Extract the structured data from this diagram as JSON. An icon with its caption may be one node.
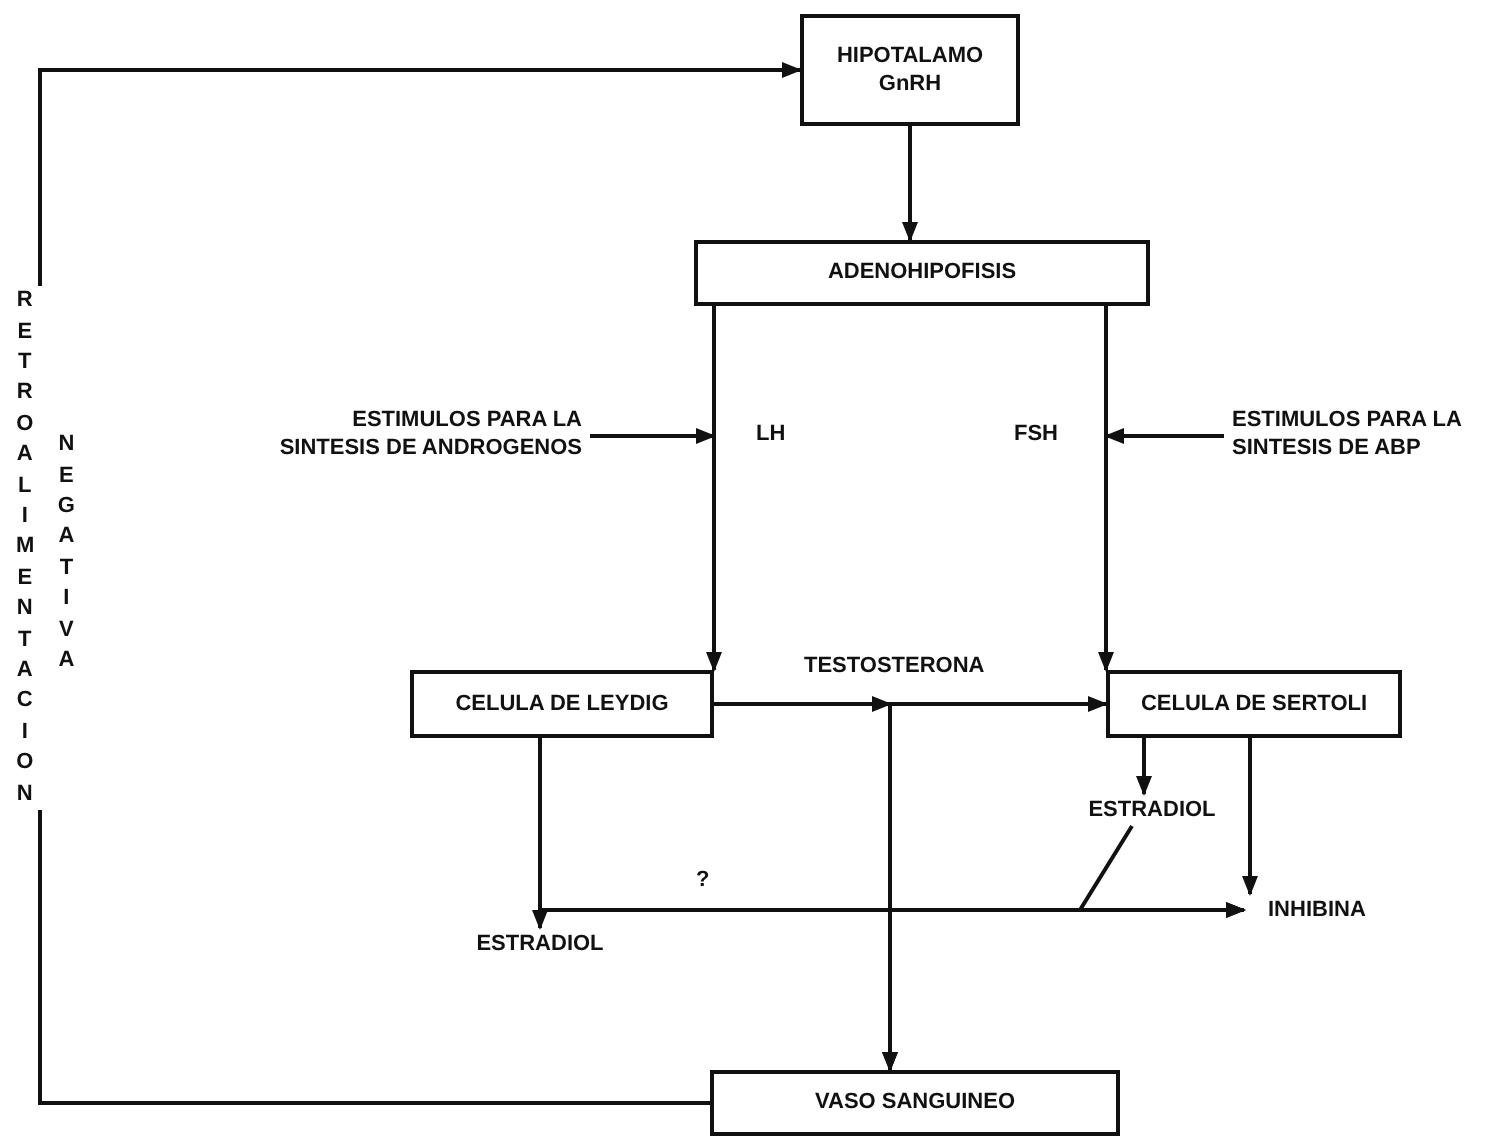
{
  "diagram": {
    "nodes": [
      {
        "text": [
          "HIPOTALAMO",
          "GnRH"
        ]
      },
      {
        "text": [
          "ADENOHIPOFISIS"
        ]
      },
      {
        "text": [
          "CELULA DE LEYDIG"
        ]
      },
      {
        "text": [
          "CELULA DE SERTOLI"
        ]
      },
      {
        "text": [
          "VASO SANGUINEO"
        ]
      },
      {
        "text": [
          "ESTIMULOS PARA LA SINTESIS DE ANDROGENOS"
        ]
      },
      {
        "text": [
          "ESTIMULOS PARA LA SINTESIS DE ABP"
        ]
      },
      {
        "text": [
          "ESTRADIOL"
        ]
      },
      {
        "text": [
          "ESTRADIOL"
        ]
      },
      {
        "text": [
          "INHIBINA"
        ]
      }
    ],
    "edges": [
      {
        "from": 0,
        "to": 1,
        "arrow": "to"
      },
      {
        "from": 1,
        "to": 2,
        "arrow": "to",
        "label": "LH"
      },
      {
        "from": 1,
        "to": 3,
        "arrow": "to",
        "label": "FSH"
      },
      {
        "from": 5,
        "to": null,
        "arrow": "to"
      },
      {
        "from": 6,
        "to": null,
        "arrow": "to"
      },
      {
        "from": 2,
        "to": 3,
        "arrow": "to",
        "label": "TESTOSTERONA"
      },
      {
        "from": 2,
        "to": 4,
        "arrow": "to"
      },
      {
        "from": 2,
        "to": 7,
        "arrow": "to"
      },
      {
        "from": 7,
        "to": 4,
        "arrow": "to",
        "label": "?"
      },
      {
        "from": 3,
        "to": 8,
        "arrow": "to"
      },
      {
        "from": 8,
        "to": 9,
        "arrow": "to"
      },
      {
        "from": 3,
        "to": 9,
        "arrow": "to"
      },
      {
        "from": 2,
        "to": 9,
        "arrow": "to"
      },
      {
        "from": 4,
        "to": 0,
        "arrow": "to",
        "label": "RETROALIMENTACION NEGATIVA"
      }
    ]
  }
}
